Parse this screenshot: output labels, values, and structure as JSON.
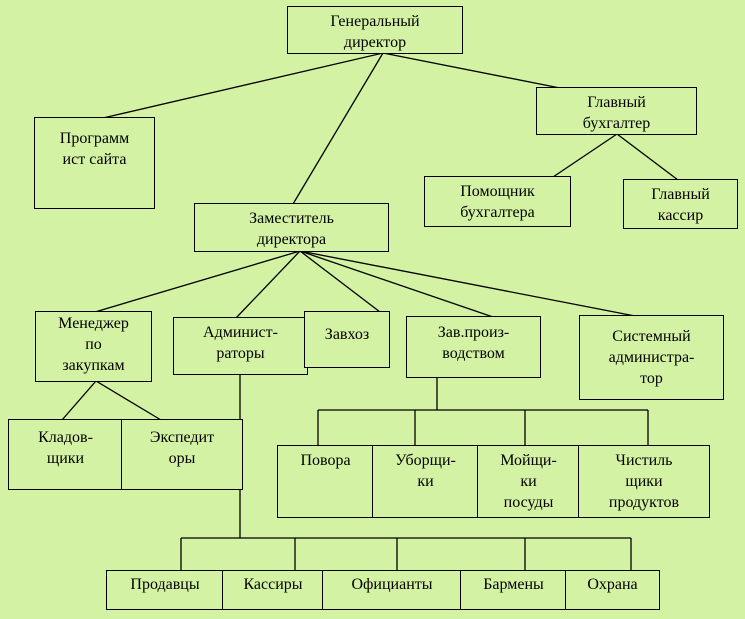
{
  "diagram": {
    "boxes": {
      "gen_director": "Генеральный\nдиректор",
      "programmer": "Программ\nист сайта",
      "chief_accountant": "Главный\nбухгалтер",
      "deputy_director": "Заместитель\nдиректора",
      "assistant_accountant": "Помощник\nбухгалтера",
      "chief_cashier": "Главный\nкассир",
      "purchase_manager": "Менеджер\nпо\nзакупкам",
      "administrators": "Админист-\nраторы",
      "supply_manager": "Завхоз",
      "production_head": "Зав.произ-\nводством",
      "sysadmin": "Системный\nадминистра-\nтор",
      "storekeepers": "Кладов-\nщики",
      "forwarders": "Экспедит\nоры",
      "cooks": "Повора",
      "cleaners": "Уборщи-\nки",
      "dishwashers": "Мойщи-\nки\nпосуды",
      "product_cleaners": "Чистиль\nщики\nпродуктов",
      "sellers": "Продавцы",
      "cashiers": "Кассиры",
      "waiters": "Официанты",
      "barmen": "Бармены",
      "security": "Охрана"
    }
  }
}
